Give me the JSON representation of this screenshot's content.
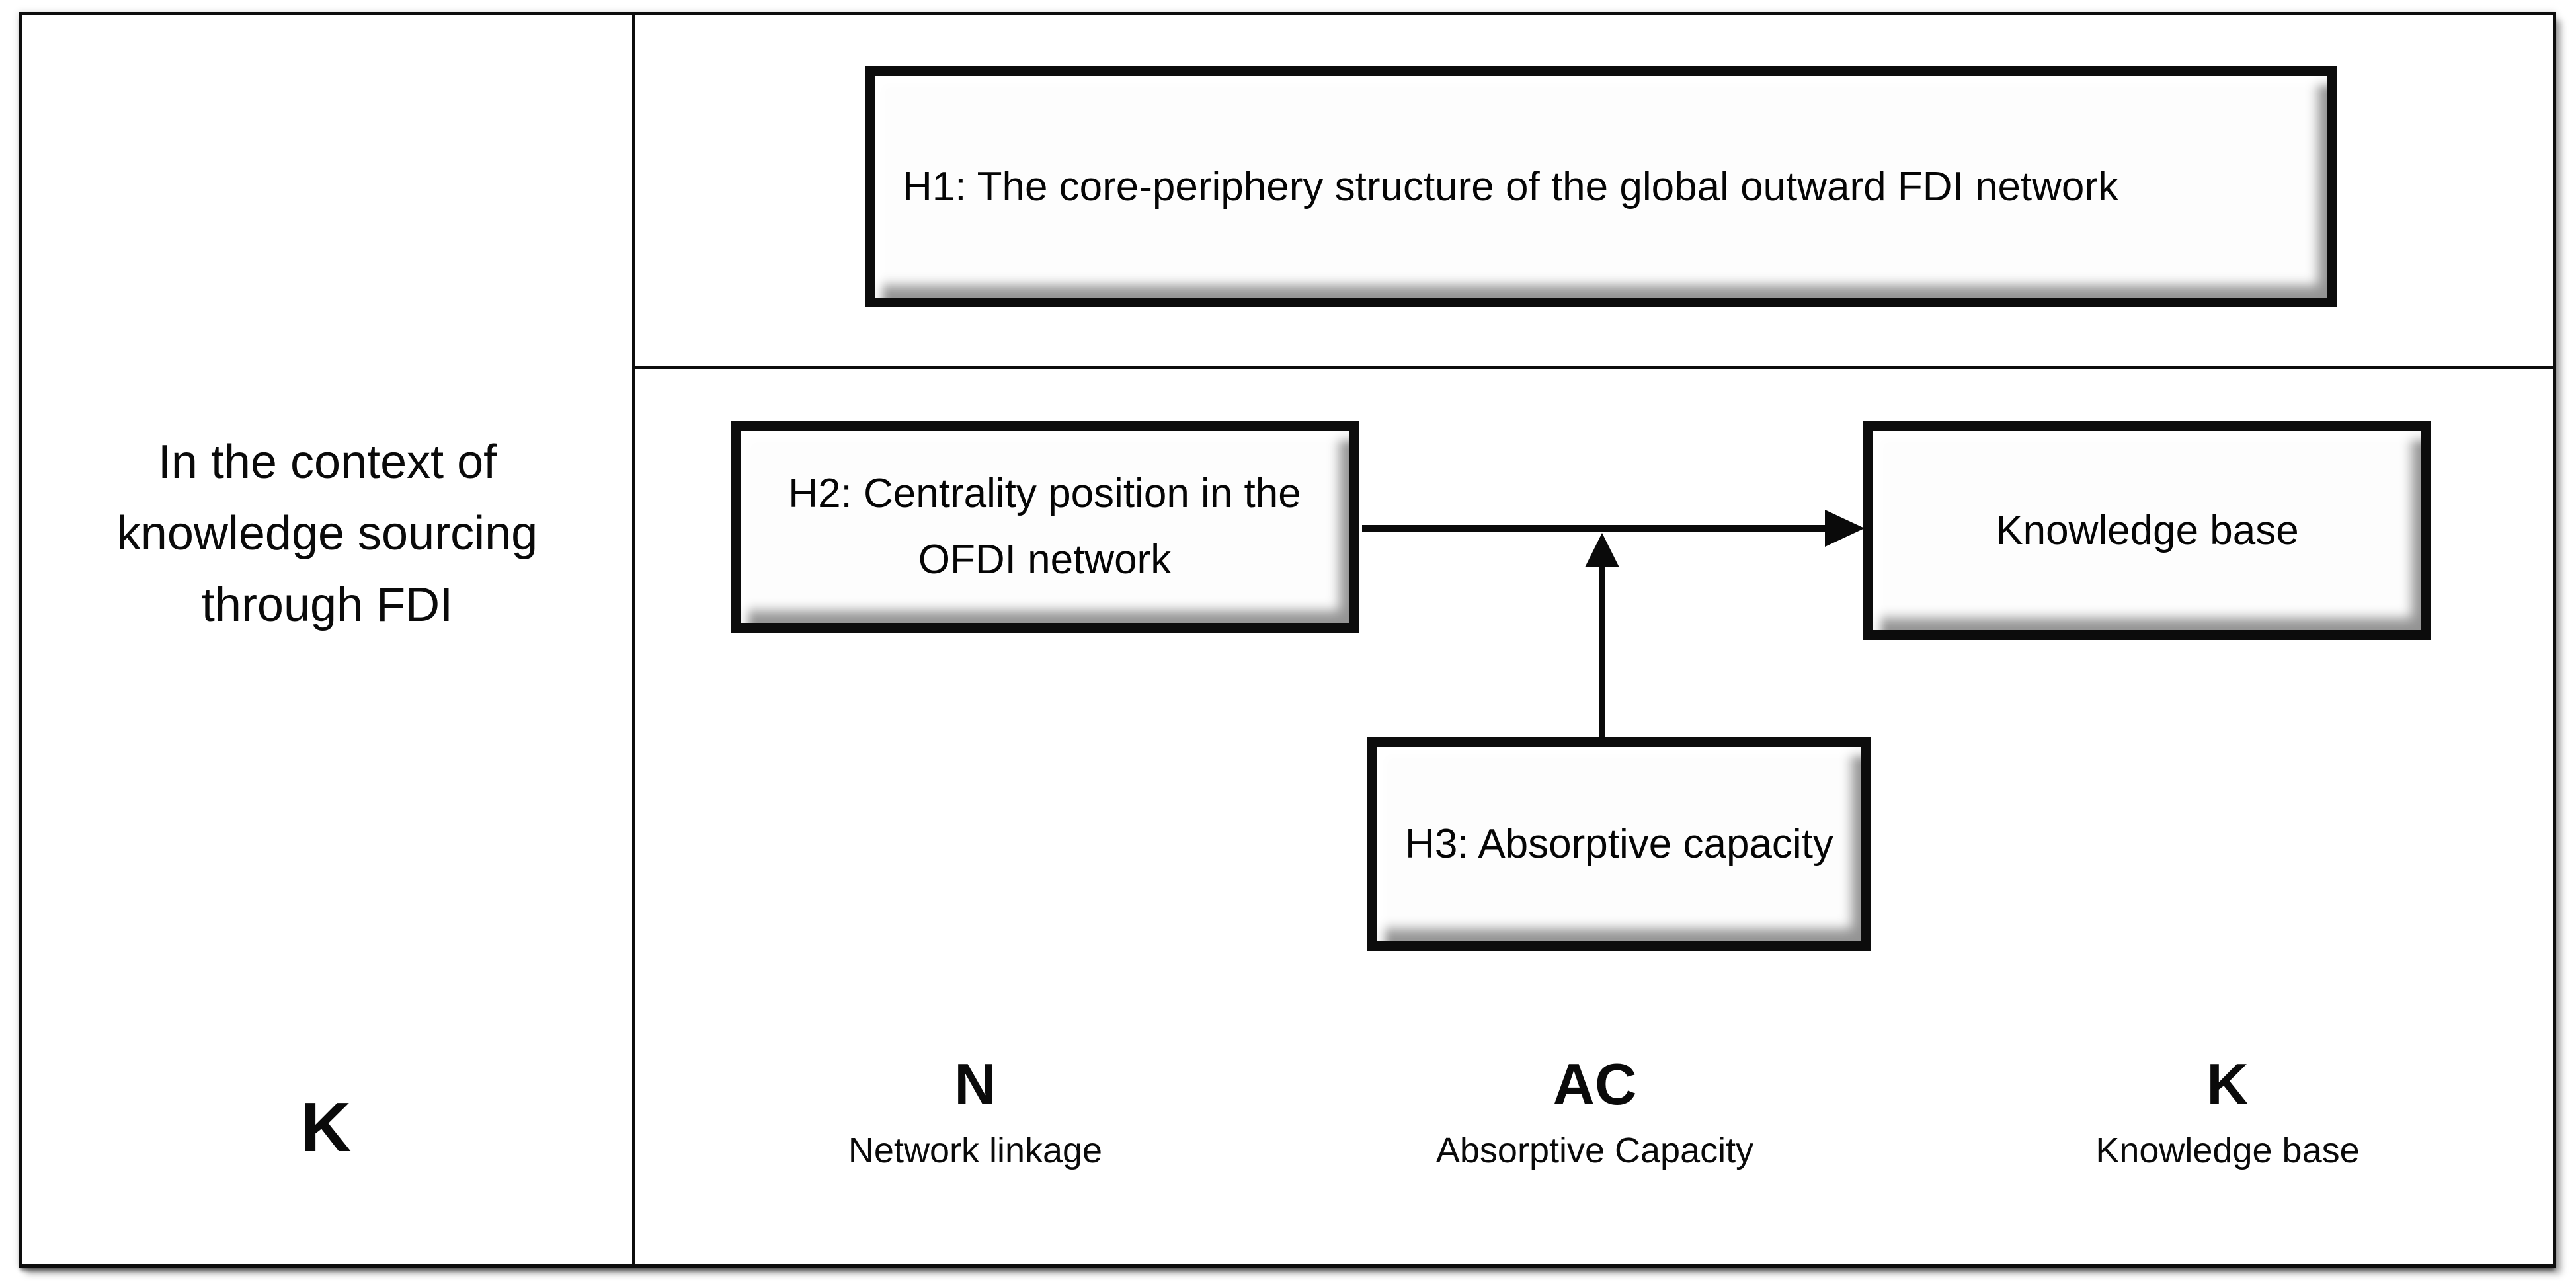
{
  "diagram": {
    "context_panel": {
      "text": "In the context of knowledge sourcing through FDI",
      "symbol": "K"
    },
    "hypothesis_boxes": {
      "h1": {
        "label": "H1:  The core-periphery structure of the global outward FDI network"
      },
      "h2": {
        "label": "H2: Centrality position in the OFDI network"
      },
      "h3": {
        "label": "H3: Absorptive capacity"
      }
    },
    "outcome_box": {
      "label": "Knowledge base"
    },
    "variable_legend": [
      {
        "symbol": "N",
        "label": "Network linkage"
      },
      {
        "symbol": "AC",
        "label": "Absorptive Capacity"
      },
      {
        "symbol": "K",
        "label": "Knowledge base"
      }
    ]
  },
  "colors": {
    "line": "#0d0d0d",
    "background": "#ffffff",
    "box_fill": "#fdfdfd",
    "bevel_shadow": "#6e6e6e"
  }
}
